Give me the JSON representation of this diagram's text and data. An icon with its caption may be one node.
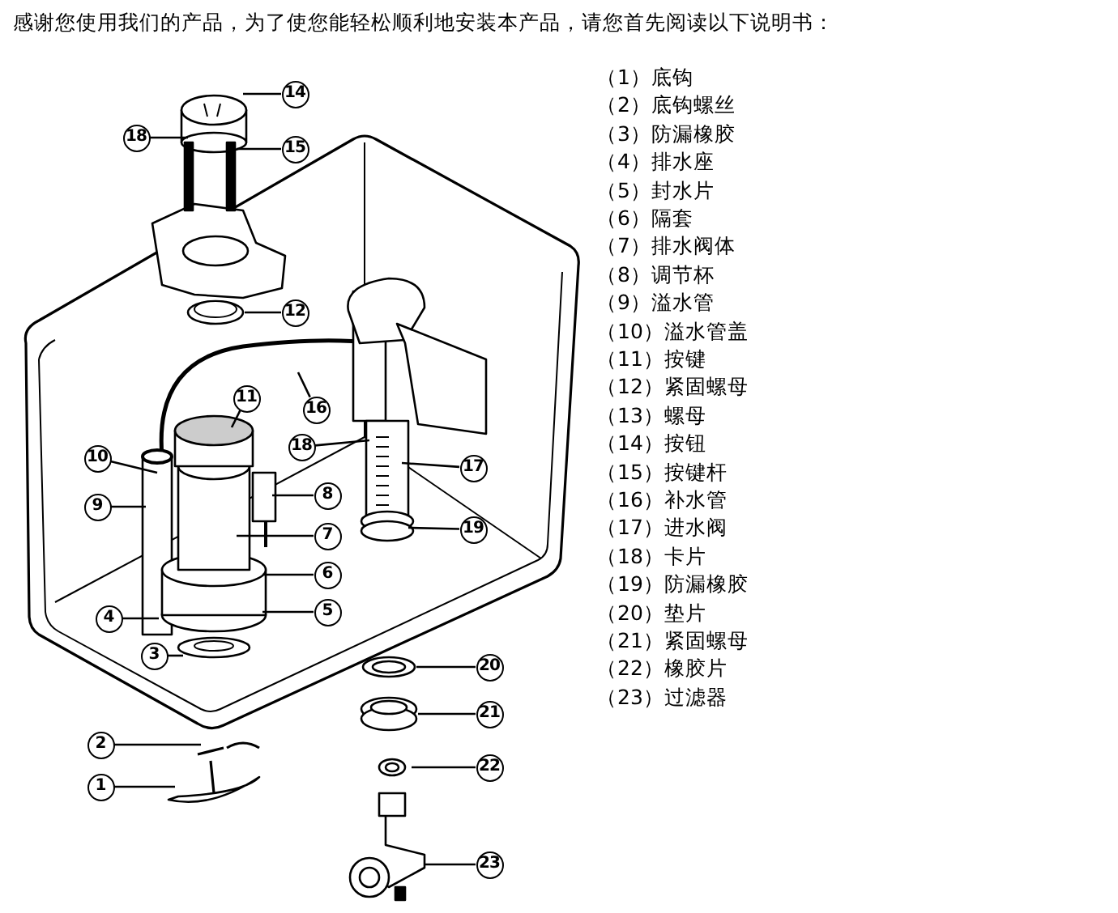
{
  "diagram": {
    "title": "感谢您使用我们的产品，为了使您能轻松顺利地安装本产品，请您首先阅读以下说明书：",
    "nodes": [
      {
        "text": [
          "14"
        ]
      },
      {
        "text": [
          "18"
        ]
      },
      {
        "text": [
          "15"
        ]
      },
      {
        "text": [
          "12"
        ]
      },
      {
        "text": [
          "11"
        ]
      },
      {
        "text": [
          "16"
        ]
      },
      {
        "text": [
          "10"
        ]
      },
      {
        "text": [
          "18"
        ]
      },
      {
        "text": [
          "17"
        ]
      },
      {
        "text": [
          "8"
        ]
      },
      {
        "text": [
          "9"
        ]
      },
      {
        "text": [
          "19"
        ]
      },
      {
        "text": [
          "7"
        ]
      },
      {
        "text": [
          "6"
        ]
      },
      {
        "text": [
          "4"
        ]
      },
      {
        "text": [
          "5"
        ]
      },
      {
        "text": [
          "3"
        ]
      },
      {
        "text": [
          "20"
        ]
      },
      {
        "text": [
          "21"
        ]
      },
      {
        "text": [
          "2"
        ]
      },
      {
        "text": [
          "22"
        ]
      },
      {
        "text": [
          "1"
        ]
      },
      {
        "text": [
          "23"
        ]
      }
    ],
    "edges": [
      {
        "from": 0,
        "to": null,
        "arrow": "none"
      },
      {
        "from": 1,
        "to": null,
        "arrow": "none"
      },
      {
        "from": 2,
        "to": null,
        "arrow": "none"
      },
      {
        "from": 3,
        "to": null,
        "arrow": "none"
      },
      {
        "from": 4,
        "to": null,
        "arrow": "none"
      },
      {
        "from": 5,
        "to": null,
        "arrow": "none"
      },
      {
        "from": 6,
        "to": null,
        "arrow": "none"
      },
      {
        "from": 7,
        "to": null,
        "arrow": "none"
      },
      {
        "from": 8,
        "to": null,
        "arrow": "none"
      },
      {
        "from": 9,
        "to": null,
        "arrow": "none"
      },
      {
        "from": 10,
        "to": null,
        "arrow": "none"
      },
      {
        "from": 11,
        "to": null,
        "arrow": "none"
      },
      {
        "from": 12,
        "to": null,
        "arrow": "none"
      },
      {
        "from": 13,
        "to": null,
        "arrow": "none"
      },
      {
        "from": 14,
        "to": null,
        "arrow": "none"
      },
      {
        "from": 15,
        "to": null,
        "arrow": "none"
      },
      {
        "from": 16,
        "to": null,
        "arrow": "none"
      },
      {
        "from": 17,
        "to": null,
        "arrow": "none"
      },
      {
        "from": 18,
        "to": null,
        "arrow": "none"
      },
      {
        "from": 19,
        "to": null,
        "arrow": "none"
      },
      {
        "from": 20,
        "to": null,
        "arrow": "none"
      },
      {
        "from": 21,
        "to": null,
        "arrow": "none"
      },
      {
        "from": 22,
        "to": null,
        "arrow": "none"
      }
    ],
    "labels": [
      "（1）底钩",
      "（2）底钩螺丝",
      "（3）防漏橡胶",
      "（4）排水座",
      "（5）封水片",
      "（6）隔套",
      "（7）排水阀体",
      "（8）调节杯",
      "（9）溢水管",
      "（10）溢水管盖",
      "（11）按键",
      "（12）紧固螺母",
      "（13）螺母",
      "（14）按钮",
      "（15）按键杆",
      "（16）补水管",
      "（17）进水阀",
      "（18）卡片",
      "（19）防漏橡胶",
      "（20）垫片",
      "（21）紧固螺母",
      "（22）橡胶片",
      "（23）过滤器"
    ]
  }
}
